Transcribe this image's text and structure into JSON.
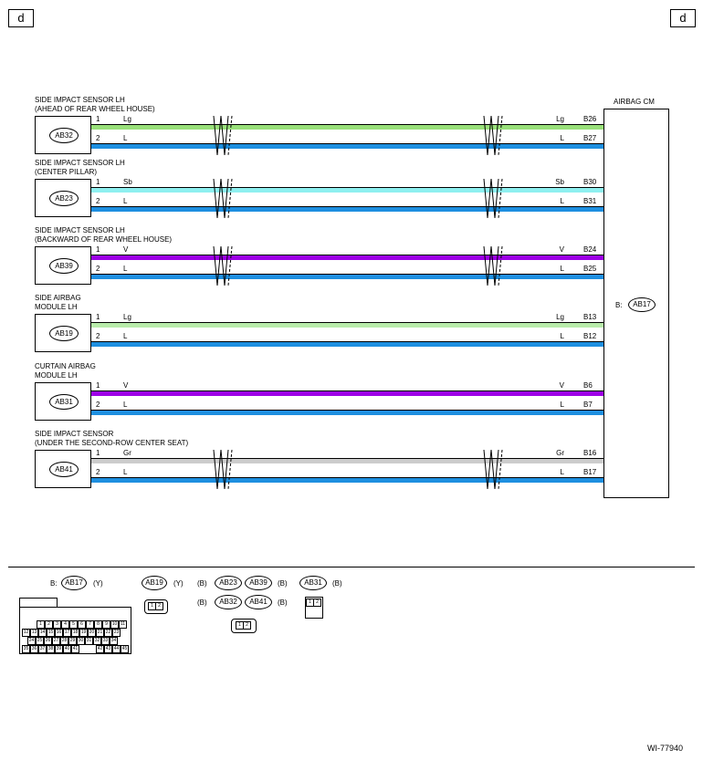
{
  "page_tag": "d",
  "figure_id": "WI-77940",
  "airbag_cm": {
    "title": "AIRBAG CM",
    "prefix": "B:",
    "connector": "AB17"
  },
  "sensors": [
    {
      "title_lines": [
        "SIDE IMPACT SENSOR LH",
        "(AHEAD OF REAR WHEEL HOUSE)"
      ],
      "connector": "AB32",
      "wires": [
        {
          "pin": "1",
          "color": "Lg",
          "hex": "#99e07a",
          "term": "B26",
          "break": true
        },
        {
          "pin": "2",
          "color": "L",
          "hex": "#1e8fe0",
          "term": "B27",
          "break": true
        }
      ]
    },
    {
      "title_lines": [
        "SIDE IMPACT SENSOR LH",
        "(CENTER PILLAR)"
      ],
      "connector": "AB23",
      "wires": [
        {
          "pin": "1",
          "color": "Sb",
          "hex": "#8ef0f0",
          "term": "B30",
          "break": true
        },
        {
          "pin": "2",
          "color": "L",
          "hex": "#1e8fe0",
          "term": "B31",
          "break": true
        }
      ]
    },
    {
      "title_lines": [
        "SIDE IMPACT SENSOR LH",
        "(BACKWARD OF REAR WHEEL HOUSE)"
      ],
      "connector": "AB39",
      "wires": [
        {
          "pin": "1",
          "color": "V",
          "hex": "#9d00e6",
          "term": "B24",
          "break": true
        },
        {
          "pin": "2",
          "color": "L",
          "hex": "#1e8fe0",
          "term": "B25",
          "break": true
        }
      ]
    },
    {
      "title_lines": [
        "SIDE AIRBAG",
        "MODULE LH"
      ],
      "connector": "AB19",
      "wires": [
        {
          "pin": "1",
          "color": "Lg",
          "hex": "#b8ecaa",
          "term": "B13",
          "break": false
        },
        {
          "pin": "2",
          "color": "L",
          "hex": "#1e8fe0",
          "term": "B12",
          "break": false
        }
      ]
    },
    {
      "title_lines": [
        "CURTAIN AIRBAG",
        "MODULE LH"
      ],
      "connector": "AB31",
      "wires": [
        {
          "pin": "1",
          "color": "V",
          "hex": "#9d00e6",
          "term": "B6",
          "break": false
        },
        {
          "pin": "2",
          "color": "L",
          "hex": "#1e8fe0",
          "term": "B7",
          "break": false
        }
      ]
    },
    {
      "title_lines": [
        "SIDE IMPACT SENSOR",
        "(UNDER THE SECOND-ROW CENTER SEAT)"
      ],
      "connector": "AB41",
      "wires": [
        {
          "pin": "1",
          "color": "Gr",
          "hex": "#cccccc",
          "term": "B16",
          "break": true
        },
        {
          "pin": "2",
          "color": "L",
          "hex": "#1e8fe0",
          "term": "B17",
          "break": true
        }
      ]
    }
  ],
  "legend": {
    "ab17": {
      "prefix": "B:",
      "connector": "AB17",
      "suffix": "(Y)",
      "rows": [
        [
          "1",
          "2",
          "3",
          "4",
          "5",
          "6",
          "7",
          "8",
          "9",
          "10",
          "11"
        ],
        [
          "12",
          "13",
          "14",
          "15",
          "16",
          "17",
          "18",
          "19",
          "20",
          "21",
          "22",
          "23"
        ],
        [
          "24",
          "25",
          "26",
          "27",
          "28",
          "29",
          "30",
          "31",
          "32",
          "33",
          "34"
        ],
        [
          "35",
          "36",
          "37",
          "38",
          "39",
          "40",
          "41",
          "",
          "",
          "42",
          "43",
          "44",
          "45"
        ]
      ]
    },
    "ab19": {
      "connector": "AB19",
      "suffix": "(Y)",
      "pins": [
        "1",
        "2"
      ]
    },
    "group": {
      "prefix": "(B)",
      "a": "AB23",
      "b": "AB39",
      "suffix": "(B)",
      "prefix2": "(B)",
      "c": "AB32",
      "d": "AB41",
      "suffix2": "(B)",
      "pins": [
        "1",
        "2"
      ]
    },
    "ab31": {
      "connector": "AB31",
      "suffix": "(B)",
      "pins": [
        "1",
        "2"
      ]
    }
  }
}
